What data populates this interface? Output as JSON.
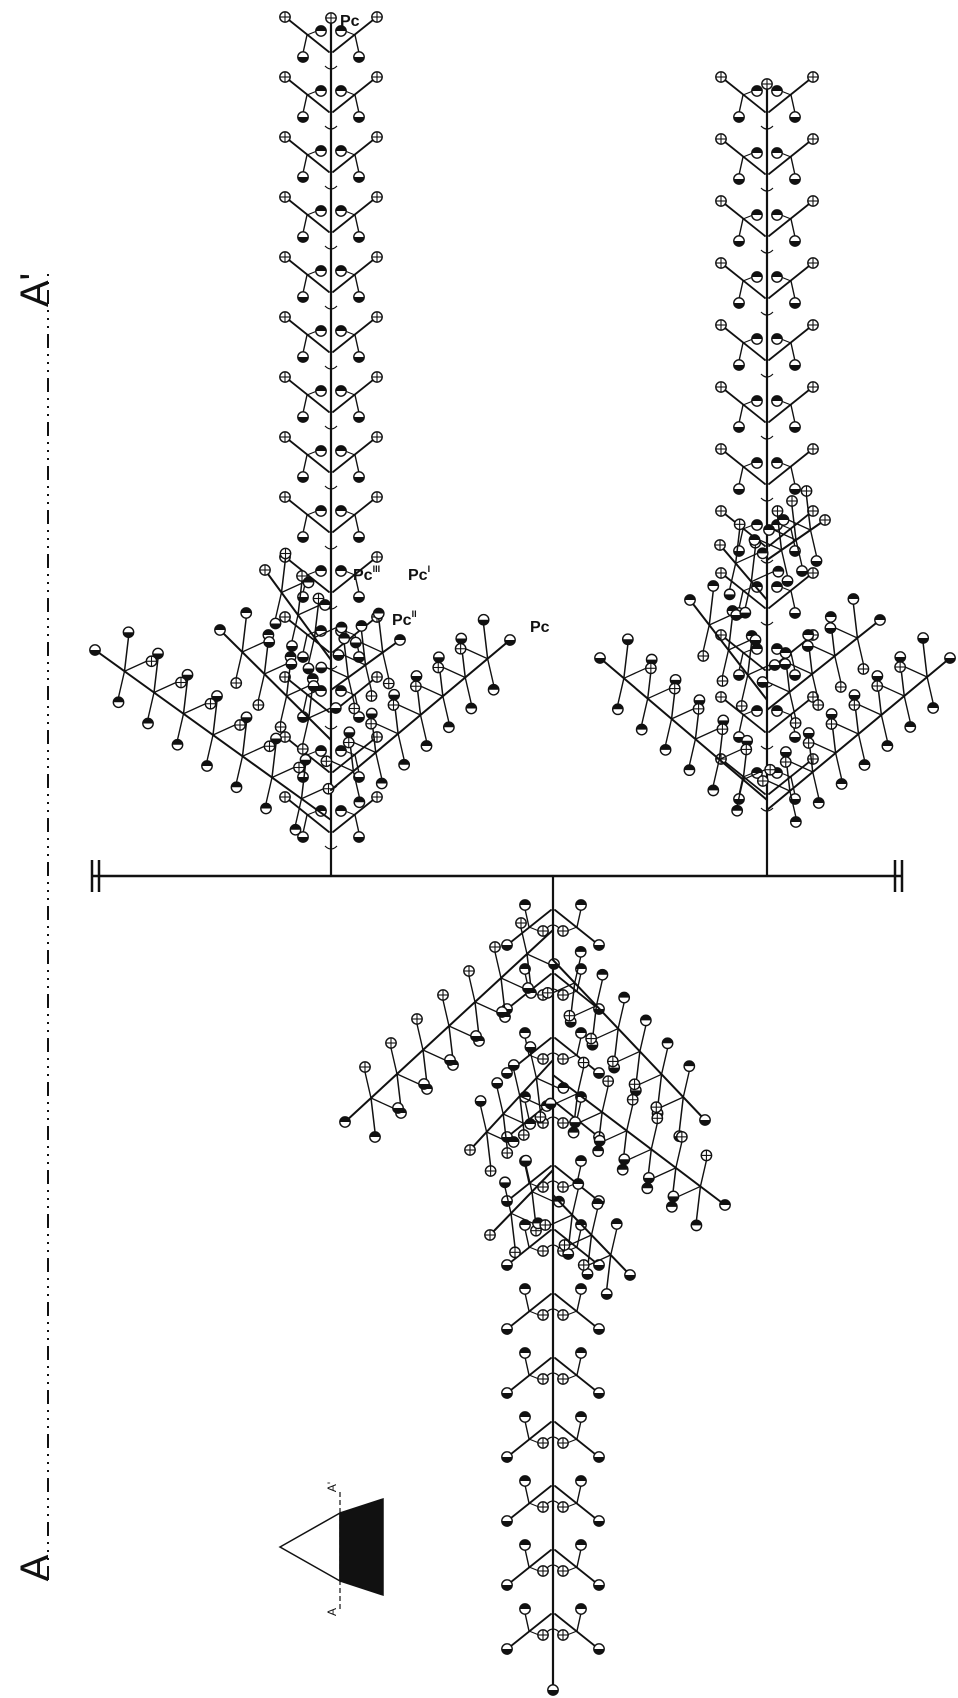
{
  "section_line": {
    "start_label": "A",
    "end_label": "A'"
  },
  "labels": {
    "pc_top": "Pc",
    "pc_right": "Pc",
    "pc_primary_base": "Pc",
    "pc_primary_suffix": "I",
    "pc_secondary_base": "Pc",
    "pc_secondary_suffix": "II",
    "pc_tertiary_base": "Pc",
    "pc_tertiary_suffix": "III"
  },
  "inset": {
    "label_a": "A",
    "label_a_prime": "A'"
  },
  "colors": {
    "ink": "#111111",
    "background": "#ffffff"
  }
}
